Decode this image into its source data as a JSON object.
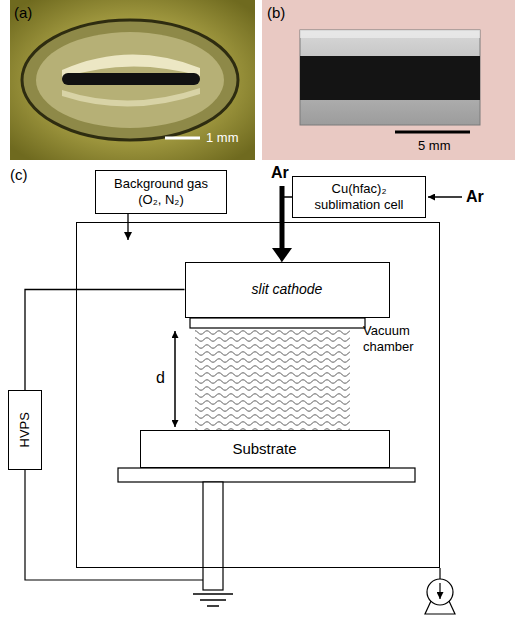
{
  "diagram": {
    "nodes": [
      {
        "text": [
          "Background gas (O₂, N₂)"
        ]
      },
      {
        "text": [
          "Cu(hfac)₂ sublimation cell"
        ]
      },
      {
        "text": [
          "Vacuum chamber"
        ]
      },
      {
        "text": [
          "slit cathode"
        ],
        "in": 2
      },
      {
        "text": [
          "Substrate"
        ],
        "in": 2
      },
      {
        "text": [
          "HVPS"
        ]
      }
    ],
    "edges": [
      {
        "from": 0,
        "to": 2,
        "arrow": "to"
      },
      {
        "from": 1,
        "to": 3,
        "arrow": "to"
      },
      {
        "from": 5,
        "to": 3,
        "arrow": "none"
      }
    ],
    "labels": [
      "(a)",
      "1 mm",
      "(b)",
      "5 mm",
      "(c)",
      "Ar",
      "Ar",
      "d"
    ]
  }
}
